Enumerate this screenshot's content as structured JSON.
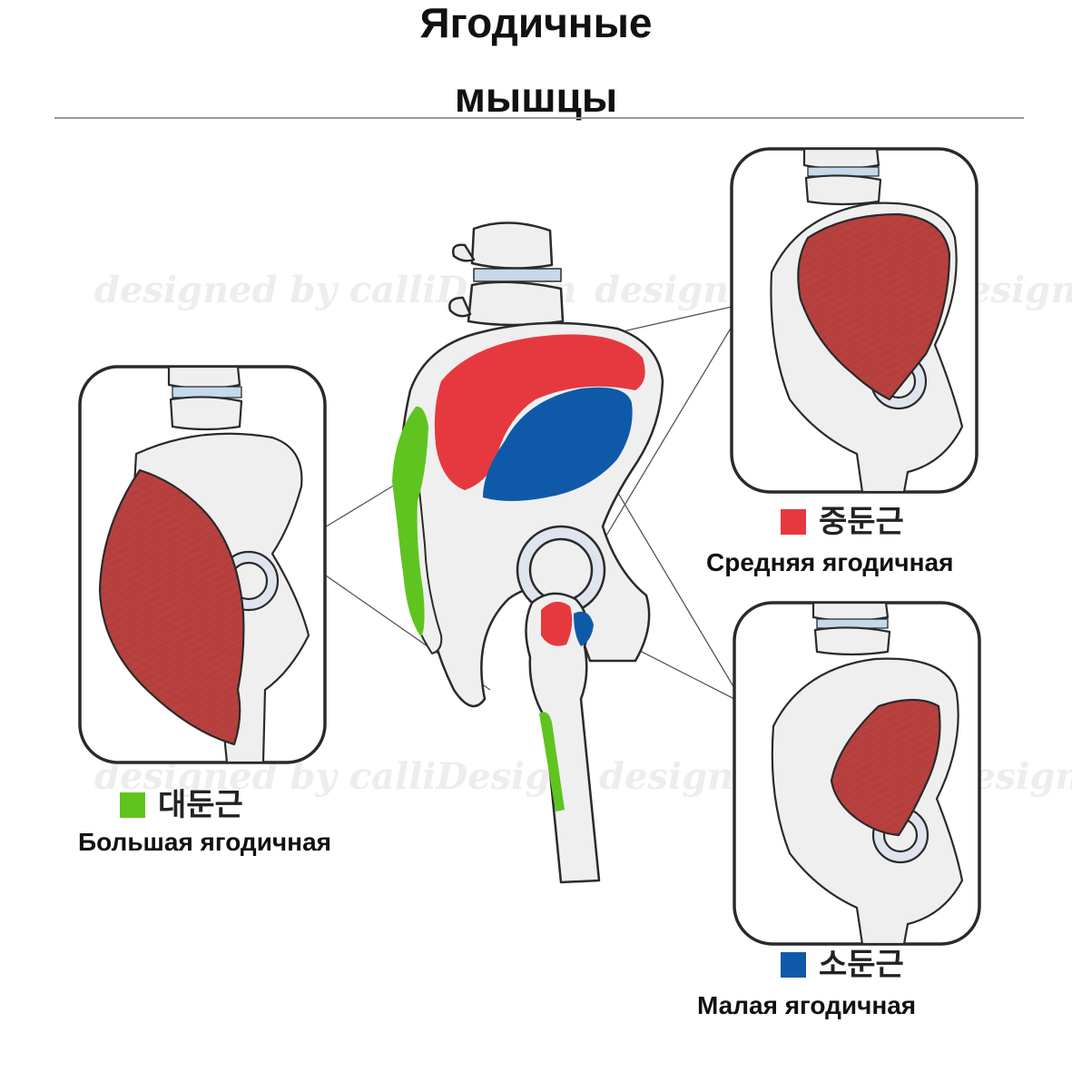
{
  "title": {
    "line1": "Ягодичные",
    "line2": "мышцы"
  },
  "watermark": "designed by calliDesign",
  "colors": {
    "gluteus_maximus": "#5fc41f",
    "gluteus_medius": "#e5393f",
    "gluteus_minimus": "#0f5aa8",
    "muscle_inset": "#b8413f",
    "bone_fill": "#efefef",
    "bone_outline": "#2a2a2a",
    "disc": "#c5d9ea"
  },
  "icons": {
    "gluteus_maximus": "square-swatch",
    "gluteus_medius": "square-swatch",
    "gluteus_minimus": "square-swatch"
  },
  "legends": {
    "gluteus_maximus": {
      "korean": "대둔근",
      "russian": "Большая ягодичная"
    },
    "gluteus_medius": {
      "korean": "중둔근",
      "russian": "Средняя ягодичная"
    },
    "gluteus_minimus": {
      "korean": "소둔근",
      "russian": "Малая ягодичная"
    }
  }
}
